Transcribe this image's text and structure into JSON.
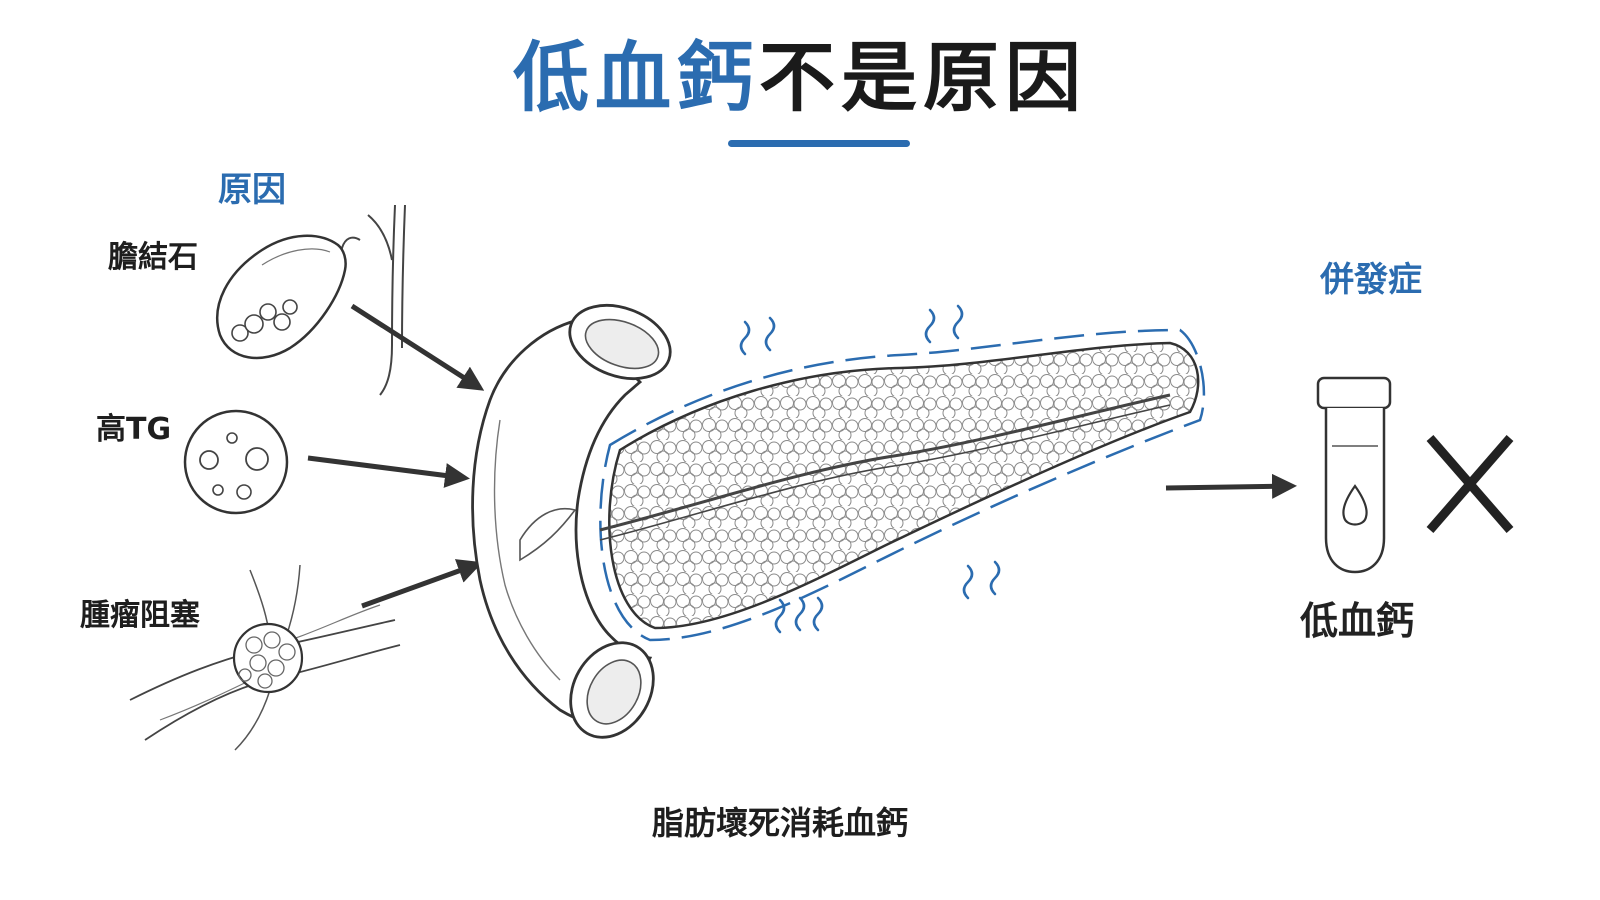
{
  "title": {
    "highlight": "低血鈣",
    "rest": "不是原因"
  },
  "causes": {
    "heading": "原因",
    "items": [
      {
        "label": "膽結石",
        "icon": "gallbladder-stones-icon"
      },
      {
        "label": "高TG",
        "icon": "lipid-droplet-icon"
      },
      {
        "label": "腫瘤阻塞",
        "icon": "tumor-obstruction-icon"
      }
    ]
  },
  "complications": {
    "heading": "併發症",
    "item": "低血鈣",
    "icon": "blood-test-tube-icon",
    "mark": "cross-mark-icon"
  },
  "organ": {
    "icon": "pancreas-duodenum-icon"
  },
  "caption": "脂肪壞死消耗血鈣",
  "colors": {
    "accent": "#2b6cb0",
    "ink": "#1e1e1e"
  }
}
